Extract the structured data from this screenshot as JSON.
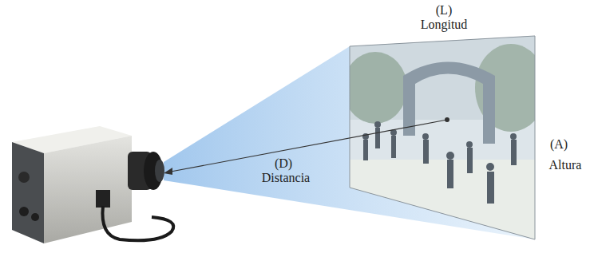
{
  "diagram": {
    "labels": [
      "(L)",
      "Longitud",
      "(D)",
      "Distancia",
      "(A)",
      "Altura"
    ]
  }
}
